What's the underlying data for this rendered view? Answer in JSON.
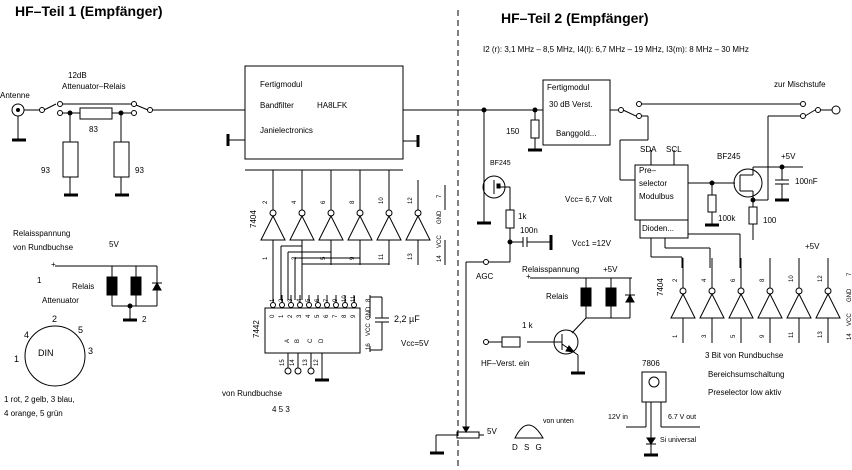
{
  "titles": {
    "part1": "HF–Teil 1 (Empfänger)",
    "part2": "HF–Teil 2 (Empfänger)"
  },
  "frequency_ranges": "I2 (r): 3,1  MHz – 8,5 MHz, I4(l): 6,7 MHz – 19 MHz, I3(m):  8 MHz – 30 MHz",
  "attenuator": {
    "db_label": "12dB",
    "relay_label": "Attenuator–Relais",
    "antenna_label": "Antenne",
    "r_series": "83",
    "r_shunt_left": "93",
    "r_shunt_right": "93"
  },
  "relay_supply_left": {
    "line1": "Relaisspannung",
    "line2": "von Rundbuchse",
    "voltage": "5V",
    "plus": "+",
    "pin1": "1",
    "relay_label": "Relais",
    "attenuator_label": "Attenuator",
    "ground_pin": "2"
  },
  "din": {
    "label": "DIN",
    "pins": [
      "1",
      "2",
      "3",
      "4",
      "5"
    ],
    "legend_line1": "1 rot, 2 gelb, 3 blau,",
    "legend_line2": "4 orange, 5 grün"
  },
  "bandfilter_module": {
    "line1": "Fertigmodul",
    "line2": "Bandfilter",
    "line2b": "HA8LFK",
    "line3": "Janielectronics"
  },
  "ic_7404_left": {
    "name": "7404",
    "out_pins": [
      "2",
      "4",
      "6",
      "8",
      "10",
      "12"
    ],
    "in_pins": [
      "1",
      "3",
      "5",
      "9",
      "11",
      "13"
    ],
    "gnd": "GND",
    "gnd_pin": "7",
    "vcc": "VCC",
    "vcc_pin": "14"
  },
  "ic_7442": {
    "name": "7442",
    "top_pins": [
      "1",
      "2",
      "3",
      "4",
      "5",
      "6",
      "7",
      "9",
      "10",
      "11"
    ],
    "top_inner": [
      "0",
      "1",
      "2",
      "3",
      "4",
      "5",
      "6",
      "7",
      "8",
      "9"
    ],
    "bottom_inner": [
      "A",
      "B",
      "C",
      "D"
    ],
    "bottom_pins": [
      "15",
      "14",
      "13",
      "12"
    ],
    "gnd_pin": "8",
    "gnd": "GND",
    "vcc": "VCC",
    "vcc_pin": "16",
    "cap": "2,2 µF",
    "vcc_label": "Vcc=5V",
    "source_label": "von Rundbuchse",
    "source_pins": "4 5 3"
  },
  "amp_module": {
    "line1": "Fertigmodul",
    "line2": "30 dB Verst.",
    "line3": "Banggold..."
  },
  "agc_stage": {
    "r_shunt": "150",
    "fet": "BF245",
    "r_source": "1k",
    "cap": "100n",
    "agc_label": "AGC",
    "vcc": "Vcc= 6,7 Volt",
    "vcc1": "Vcc1 =12V"
  },
  "preselector": {
    "line1": "Pre–",
    "line2": "selector",
    "line3": "Modulbus",
    "diode_label": "Dioden...",
    "sda": "SDA",
    "scl": "SCL"
  },
  "output_stage": {
    "label": "zur Mischstufe",
    "fet": "BF245",
    "supply": "+5V",
    "cap": "100nF",
    "r_gate": "100k",
    "r_source": "100"
  },
  "relay_supply_right": {
    "label": "Relaisspannung",
    "voltage": "+5V",
    "plus": "+",
    "relay_label": "Relais",
    "r_base": "1 k",
    "enable_label": "HF–Verst. ein"
  },
  "ic_7404_right": {
    "name": "7404",
    "supply": "+5V",
    "out_pins": [
      "2",
      "4",
      "6",
      "8",
      "10",
      "12"
    ],
    "in_pins": [
      "1",
      "3",
      "5",
      "9",
      "11",
      "13"
    ],
    "gnd": "GND",
    "gnd_pin": "7",
    "vcc": "VCC",
    "vcc_pin": "14"
  },
  "notes": {
    "line1": "3 Bit von Rundbuchse",
    "line2": "Bereichsumschaltung",
    "line3": "Preselector low aktiv"
  },
  "regulator": {
    "name": "7806",
    "in_label": "12V in",
    "out_label": "6.7 V out",
    "diode_label": "Si universal"
  },
  "potentiometer": {
    "label": "5V"
  },
  "fet_pinout": {
    "label": "von unten",
    "pins": "D S G"
  }
}
